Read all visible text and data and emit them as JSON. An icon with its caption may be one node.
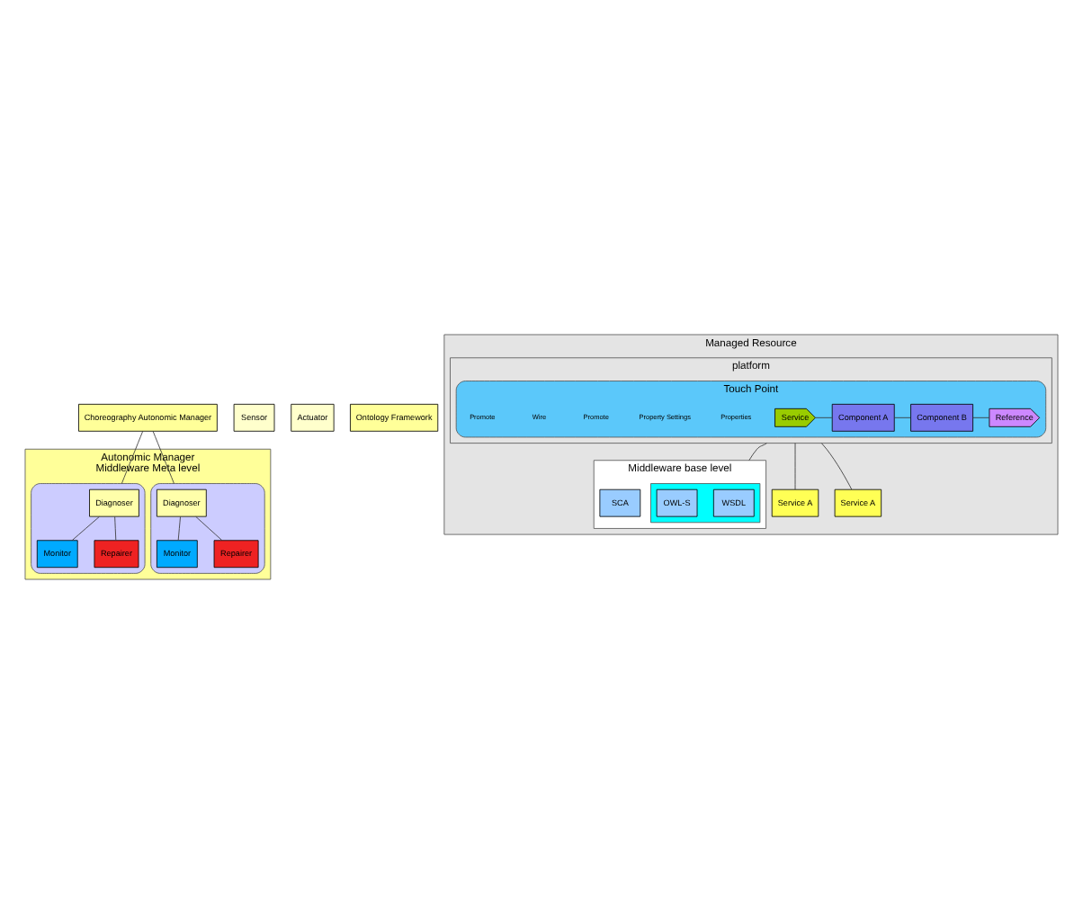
{
  "diagram": {
    "nodes": [
      {
        "text": [
          "Choreography Autonomic Manager"
        ]
      },
      {
        "text": [
          "Autonomic Manager",
          "Middleware Meta level"
        ]
      },
      {
        "text": [],
        "shape": "box",
        "in": 1
      },
      {
        "text": [
          "Diagnoser"
        ],
        "in": 2
      },
      {
        "text": [
          "Monitor"
        ],
        "in": 2
      },
      {
        "text": [
          "Repairer"
        ],
        "in": 2
      },
      {
        "text": [],
        "shape": "box",
        "in": 1
      },
      {
        "text": [
          "Diagnoser"
        ],
        "in": 6
      },
      {
        "text": [
          "Monitor"
        ],
        "in": 6
      },
      {
        "text": [
          "Repairer"
        ],
        "in": 6
      },
      {
        "text": [
          "Sensor"
        ]
      },
      {
        "text": [
          "Actuator"
        ]
      },
      {
        "text": [
          "Ontology Framework"
        ]
      },
      {
        "text": [
          "Managed Resource"
        ]
      },
      {
        "text": [
          "platform"
        ],
        "in": 13
      },
      {
        "text": [
          "Touch Point"
        ],
        "in": 14
      },
      {
        "text": [
          "Service"
        ],
        "in": 15
      },
      {
        "text": [
          "Component A"
        ],
        "in": 15
      },
      {
        "text": [
          "Component B"
        ],
        "in": 15
      },
      {
        "text": [
          "Reference"
        ],
        "in": 15
      },
      {
        "text": [
          "Middleware base level"
        ],
        "in": 13
      },
      {
        "text": [],
        "shape": "box",
        "in": 20
      },
      {
        "text": [
          "WSDL"
        ],
        "in": 21
      },
      {
        "text": [
          "OWL-S"
        ],
        "in": 21
      },
      {
        "text": [
          "SCA"
        ],
        "in": 20
      },
      {
        "text": [
          "Service A"
        ],
        "in": 13
      },
      {
        "text": [
          "Service A"
        ],
        "in": 13
      }
    ],
    "edges": [
      {
        "from": 2,
        "to": 0,
        "arrow": "none"
      },
      {
        "from": 6,
        "to": 0,
        "arrow": "none"
      },
      {
        "from": 3,
        "to": 4,
        "arrow": "none"
      },
      {
        "from": 3,
        "to": 5,
        "arrow": "none"
      },
      {
        "from": 7,
        "to": 8,
        "arrow": "none"
      },
      {
        "from": 7,
        "to": 9,
        "arrow": "none"
      },
      {
        "from": 16,
        "to": 17,
        "arrow": "none"
      },
      {
        "from": 17,
        "to": 18,
        "arrow": "none"
      },
      {
        "from": 18,
        "to": 19,
        "arrow": "none"
      },
      {
        "from": 14,
        "to": 20,
        "arrow": "none"
      },
      {
        "from": 14,
        "to": 25,
        "arrow": "none"
      },
      {
        "from": 14,
        "to": 26,
        "arrow": "none"
      }
    ],
    "labels": [
      "Properties",
      "Property Settings",
      "Promote",
      "Wire",
      "Promote"
    ]
  }
}
